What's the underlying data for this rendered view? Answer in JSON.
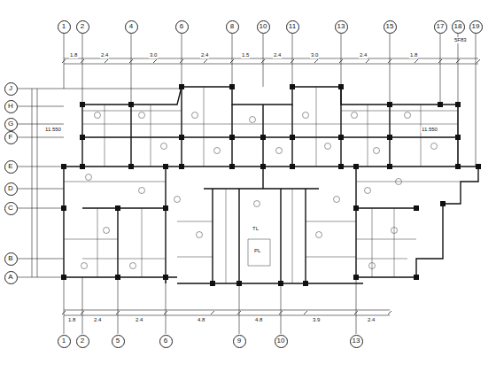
{
  "diagram": {
    "nodes": [
      {
        "text": [
          "1"
        ]
      },
      {
        "text": [
          "2"
        ]
      },
      {
        "text": [
          "4"
        ]
      },
      {
        "text": [
          "6"
        ]
      },
      {
        "text": [
          "8"
        ]
      },
      {
        "text": [
          "10"
        ]
      },
      {
        "text": [
          "11"
        ]
      },
      {
        "text": [
          "13"
        ]
      },
      {
        "text": [
          "15"
        ]
      },
      {
        "text": [
          "17"
        ]
      },
      {
        "text": [
          "18"
        ]
      },
      {
        "text": [
          "19"
        ]
      },
      {
        "text": [
          "1"
        ]
      },
      {
        "text": [
          "2"
        ]
      },
      {
        "text": [
          "5"
        ]
      },
      {
        "text": [
          "6"
        ]
      },
      {
        "text": [
          "9"
        ]
      },
      {
        "text": [
          "10"
        ]
      },
      {
        "text": [
          "13"
        ]
      },
      {
        "text": [
          "J"
        ]
      },
      {
        "text": [
          "H"
        ]
      },
      {
        "text": [
          "G"
        ]
      },
      {
        "text": [
          "F"
        ]
      },
      {
        "text": [
          "E"
        ]
      },
      {
        "text": [
          "D"
        ]
      },
      {
        "text": [
          "C"
        ]
      },
      {
        "text": [
          "B"
        ]
      },
      {
        "text": [
          "A"
        ]
      }
    ],
    "edges": [],
    "labels": [
      "5F83",
      "1.8",
      "2.4",
      "3.0",
      "2.4",
      "1.5",
      "2.4",
      "3.0",
      "2.4",
      "1.8",
      "1.8",
      "2.4",
      "2.4",
      "4.8",
      "4.8",
      "3.9",
      "2.4",
      "11.550",
      "11.550",
      "TL",
      "PL"
    ]
  }
}
